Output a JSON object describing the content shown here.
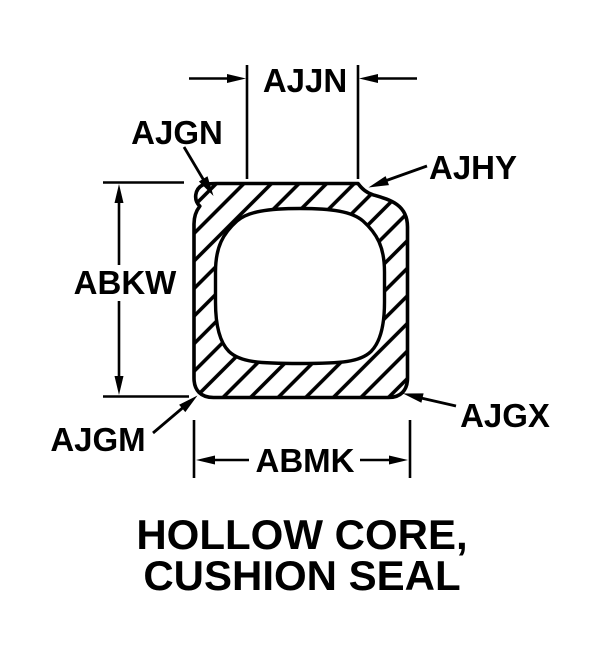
{
  "diagram": {
    "title": {
      "line1": "HOLLOW CORE,",
      "line2": "CUSHION SEAL"
    },
    "labels": {
      "top_width": "AJJN",
      "top_left_corner": "AJGN",
      "top_right_corner": "AJHY",
      "height": "ABKW",
      "bottom_left_corner": "AJGM",
      "bottom_right_corner": "AJGX",
      "bottom_width": "ABMK"
    },
    "colors": {
      "line": "#000000",
      "background": "#ffffff"
    }
  }
}
